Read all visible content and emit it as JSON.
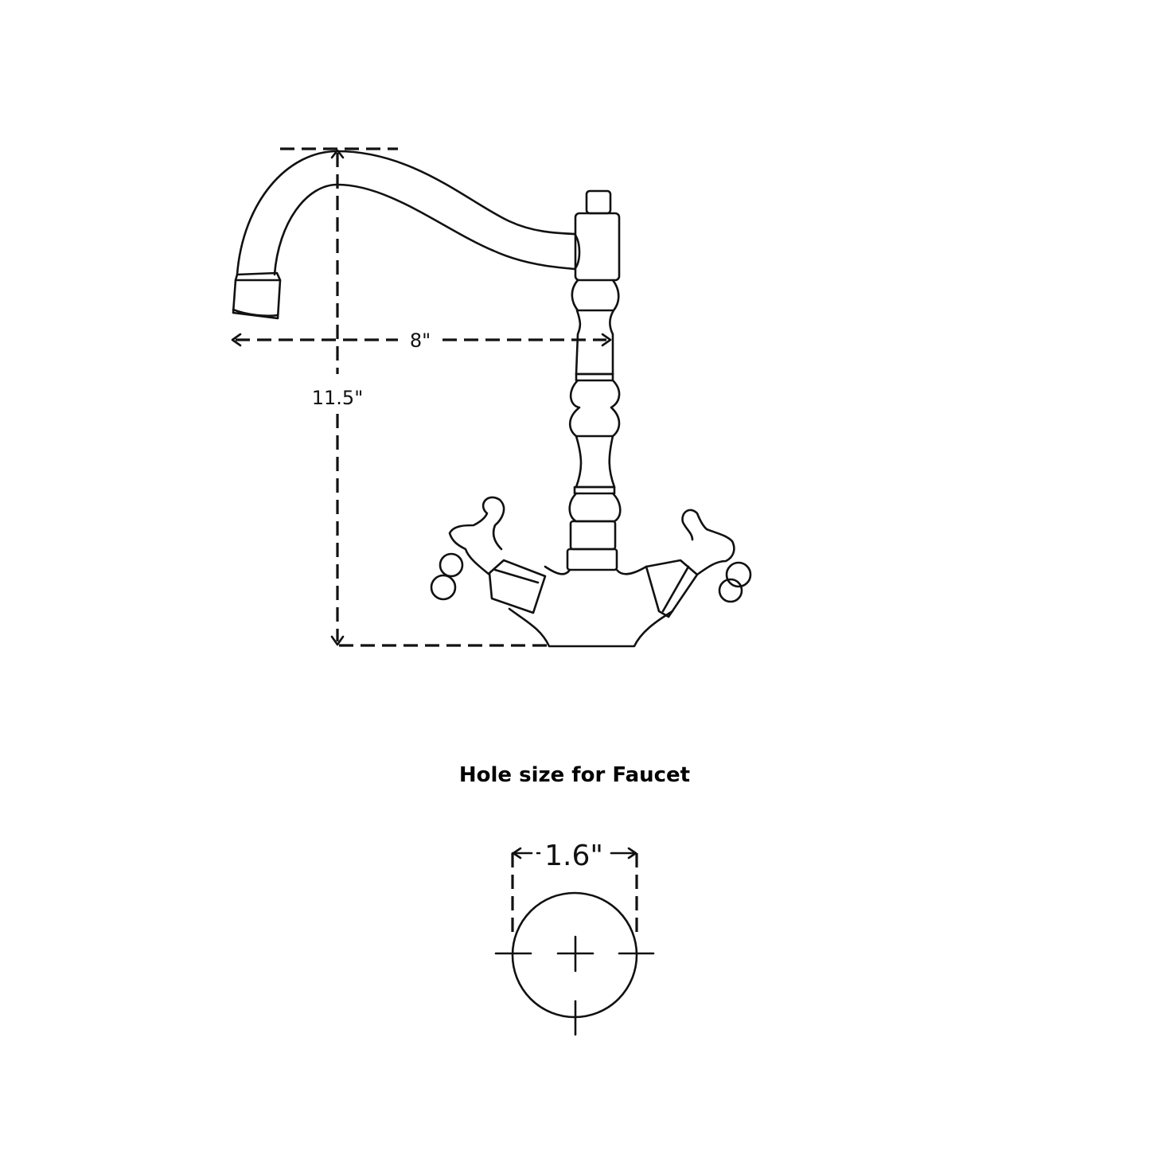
{
  "faucet_diagram": {
    "height_label": "11.5\"",
    "reach_label": "8\""
  },
  "hole_diagram": {
    "title": "Hole size for Faucet",
    "diameter_label": "1.6\""
  },
  "colors": {
    "line": "#111111",
    "background": "#ffffff"
  }
}
